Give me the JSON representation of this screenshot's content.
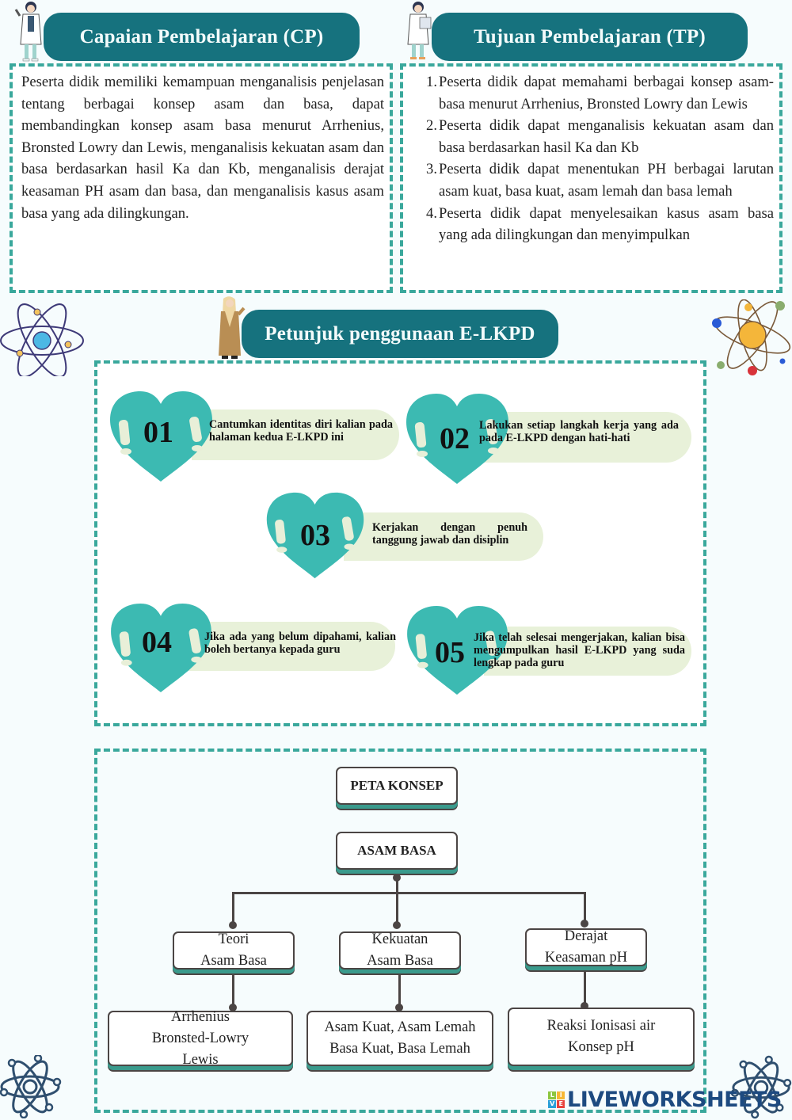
{
  "cp": {
    "title": "Capaian Pembelajaran (CP)",
    "body": "Peserta didik memiliki kemampuan menganalisis penjelasan tentang berbagai konsep asam dan basa, dapat membandingkan konsep asam basa menurut Arrhenius, Bronsted Lowry dan Lewis, menganalisis kekuatan asam dan basa berdasarkan hasil Ka dan Kb, menganalisis derajat keasaman PH asam dan basa, dan menganalisis kasus asam basa yang ada dilingkungan."
  },
  "tp": {
    "title": "Tujuan Pembelajaran (TP)",
    "items": [
      {
        "num": "1.",
        "text": "Peserta didik dapat memahami berbagai konsep asam-basa menurut Arrhenius, Bronsted Lowry dan Lewis"
      },
      {
        "num": "2.",
        "text": "Peserta didik dapat menganalisis kekuatan asam dan basa berdasarkan hasil Ka dan Kb"
      },
      {
        "num": "3.",
        "text": "Peserta didik dapat menentukan PH berbagai larutan asam kuat, basa kuat, asam lemah dan basa lemah"
      },
      {
        "num": "4.",
        "text": "Peserta didik dapat menyelesaikan kasus asam basa yang ada dilingkungan dan menyimpulkan"
      }
    ]
  },
  "petunjuk": {
    "title": "Petunjuk penggunaan E-LKPD",
    "steps": [
      {
        "num": "01",
        "text": "Cantumkan identitas diri kalian pada halaman kedua E-LKPD ini"
      },
      {
        "num": "02",
        "text": "Lakukan setiap langkah kerja yang ada pada E-LKPD dengan hati-hati"
      },
      {
        "num": "03",
        "text": "Kerjakan dengan penuh tanggung jawab dan disiplin"
      },
      {
        "num": "04",
        "text": "Jika ada yang belum dipahami, kalian boleh bertanya kepada guru"
      },
      {
        "num": "05",
        "text": "Jika telah selesai mengerjakan, kalian bisa mengumpulkan hasil E-LKPD yang suda lengkap pada guru"
      }
    ]
  },
  "peta": {
    "title": "PETA KONSEP",
    "root": "ASAM BASA",
    "branches": [
      {
        "label_1": "Teori",
        "label_2": "Asam Basa",
        "detail_1": "Arrhenius",
        "detail_2": "Bronsted-Lowry",
        "detail_3": "Lewis"
      },
      {
        "label_1": "Kekuatan",
        "label_2": "Asam Basa",
        "detail_1": "Asam Kuat, Asam Lemah",
        "detail_2": "Basa Kuat, Basa Lemah"
      },
      {
        "label_1": "Derajat",
        "label_2": "Keasaman pH",
        "detail_1": "Reaksi Ionisasi air",
        "detail_2": "Konsep pH"
      }
    ]
  },
  "watermark": {
    "logo": [
      "L",
      "I",
      "V",
      "E"
    ],
    "text": "LIVEWORKSHEETS"
  },
  "colors": {
    "header": "#16727e",
    "dash": "#3aa89c",
    "heart": "#3cbab2",
    "bar": "#e8f1d9",
    "node_border": "#4b4544",
    "node_shadow": "#3a9a8c",
    "watermark": "#1d4a80"
  }
}
